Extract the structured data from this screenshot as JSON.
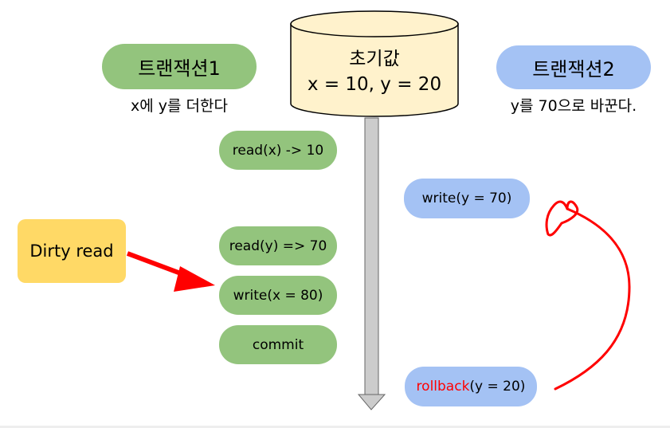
{
  "initial": {
    "title": "초기값",
    "values": "x = 10, y = 20"
  },
  "tx1": {
    "label": "트랜잭션1",
    "desc": "x에 y를 더한다"
  },
  "tx2": {
    "label": "트랜잭션2",
    "desc": "y를 70으로 바꾼다."
  },
  "tx1_ops": [
    "read(x) -> 10",
    "read(y) => 70",
    "write(x = 80)",
    "commit"
  ],
  "tx2_ops": {
    "write": "write(y = 70)",
    "rollback_keyword": "rollback",
    "rollback_rest": "(y = 20)"
  },
  "dirty_read": "Dirty read",
  "colors": {
    "tx1": "#93c47d",
    "tx2": "#a4c2f4",
    "db": "#fff2cc",
    "dirty": "#ffd966",
    "arrow": "#ff0000",
    "timeline": "#cccccc"
  }
}
